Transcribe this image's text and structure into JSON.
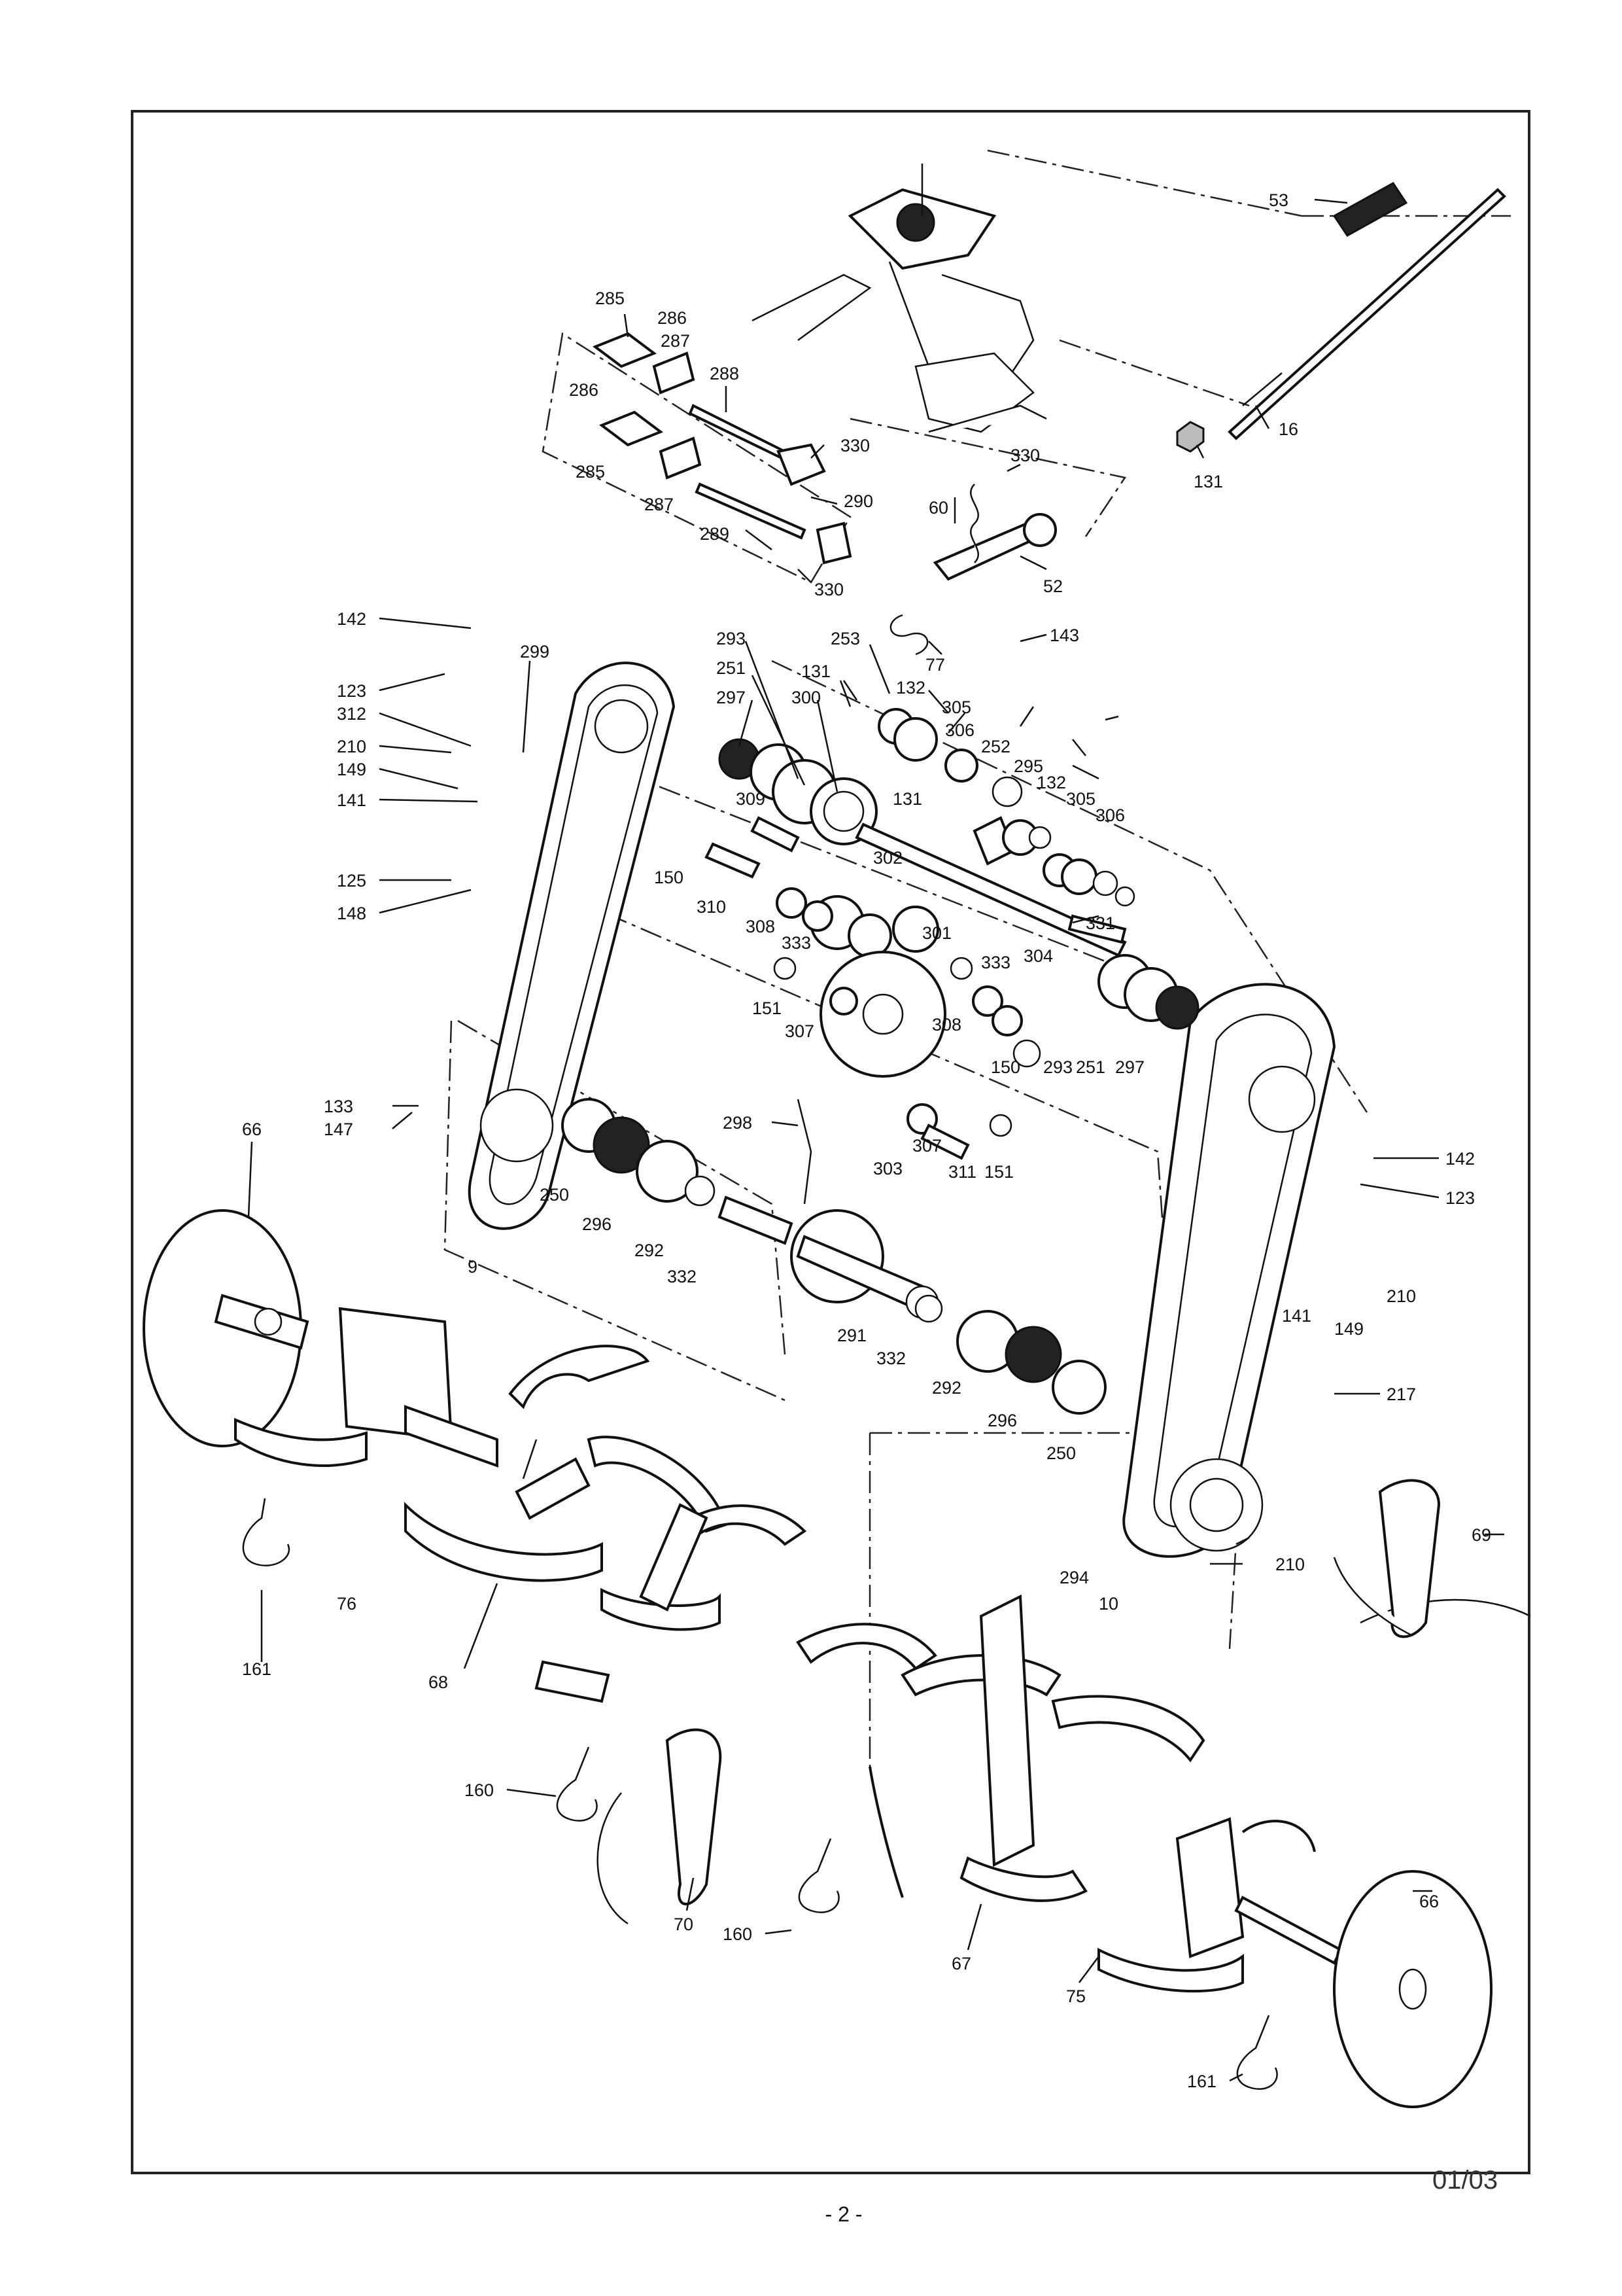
{
  "page": {
    "number": "- 2 -",
    "revision": "01/03"
  },
  "callouts": [
    "53",
    "16",
    "131",
    "285",
    "286",
    "287",
    "288",
    "286",
    "285",
    "287",
    "289",
    "330",
    "290",
    "330",
    "60",
    "330",
    "52",
    "143",
    "77",
    "142",
    "123",
    "312",
    "210",
    "149",
    "141",
    "125",
    "148",
    "299",
    "293",
    "251",
    "297",
    "300",
    "253",
    "131",
    "132",
    "305",
    "306",
    "252",
    "295",
    "131",
    "132",
    "305",
    "306",
    "309",
    "150",
    "310",
    "302",
    "308",
    "333",
    "301",
    "331",
    "304",
    "151",
    "307",
    "333",
    "308",
    "150",
    "293",
    "251",
    "297",
    "133",
    "147",
    "66",
    "250",
    "296",
    "292",
    "332",
    "298",
    "303",
    "307",
    "311",
    "151",
    "9",
    "142",
    "123",
    "141",
    "149",
    "210",
    "217",
    "291",
    "332",
    "292",
    "296",
    "250",
    "294",
    "10",
    "210",
    "76",
    "161",
    "68",
    "69",
    "160",
    "70",
    "160",
    "67",
    "66",
    "75",
    "161"
  ],
  "icons": [
    "parts-frame",
    "gearbox-housing",
    "chain-case",
    "tiller-tine",
    "bearing",
    "gear",
    "wheel-disc",
    "hairpin-clip"
  ]
}
